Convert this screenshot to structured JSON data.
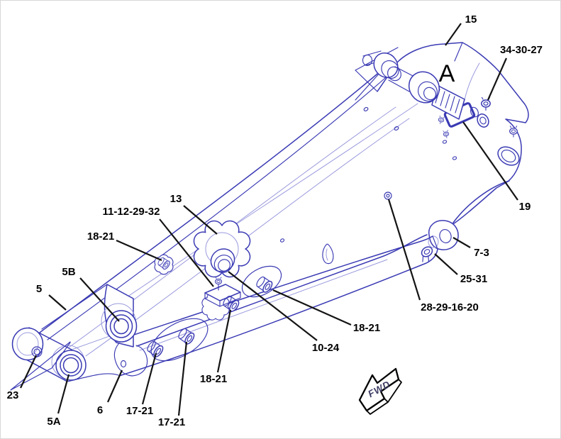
{
  "figure": {
    "type": "parts-diagram",
    "view_label": "A",
    "fwd_label": "FWD",
    "callouts": {
      "c15": "15",
      "c34_30_27": "34-30-27",
      "c19": "19",
      "c7_3": "7-3",
      "c25_31": "25-31",
      "c28_29_16_20": "28-29-16-20",
      "c13": "13",
      "c11_12_29_32": "11-12-29-32",
      "c18_21_left": "18-21",
      "c5b": "5B",
      "c5": "5",
      "c23": "23",
      "c5a": "5A",
      "c6": "6",
      "c17_21_a": "17-21",
      "c17_21_b": "17-21",
      "c18_21_bottom": "18-21",
      "c10_24": "10-24",
      "c18_21_right": "18-21"
    }
  },
  "colors": {
    "line": "#3a3ab4",
    "line_light": "#9a9ade",
    "leader": "#141414",
    "label": "#000000",
    "fwd_text": "#3c3c64",
    "background": "#ffffff",
    "border": "#d7d7d7"
  }
}
